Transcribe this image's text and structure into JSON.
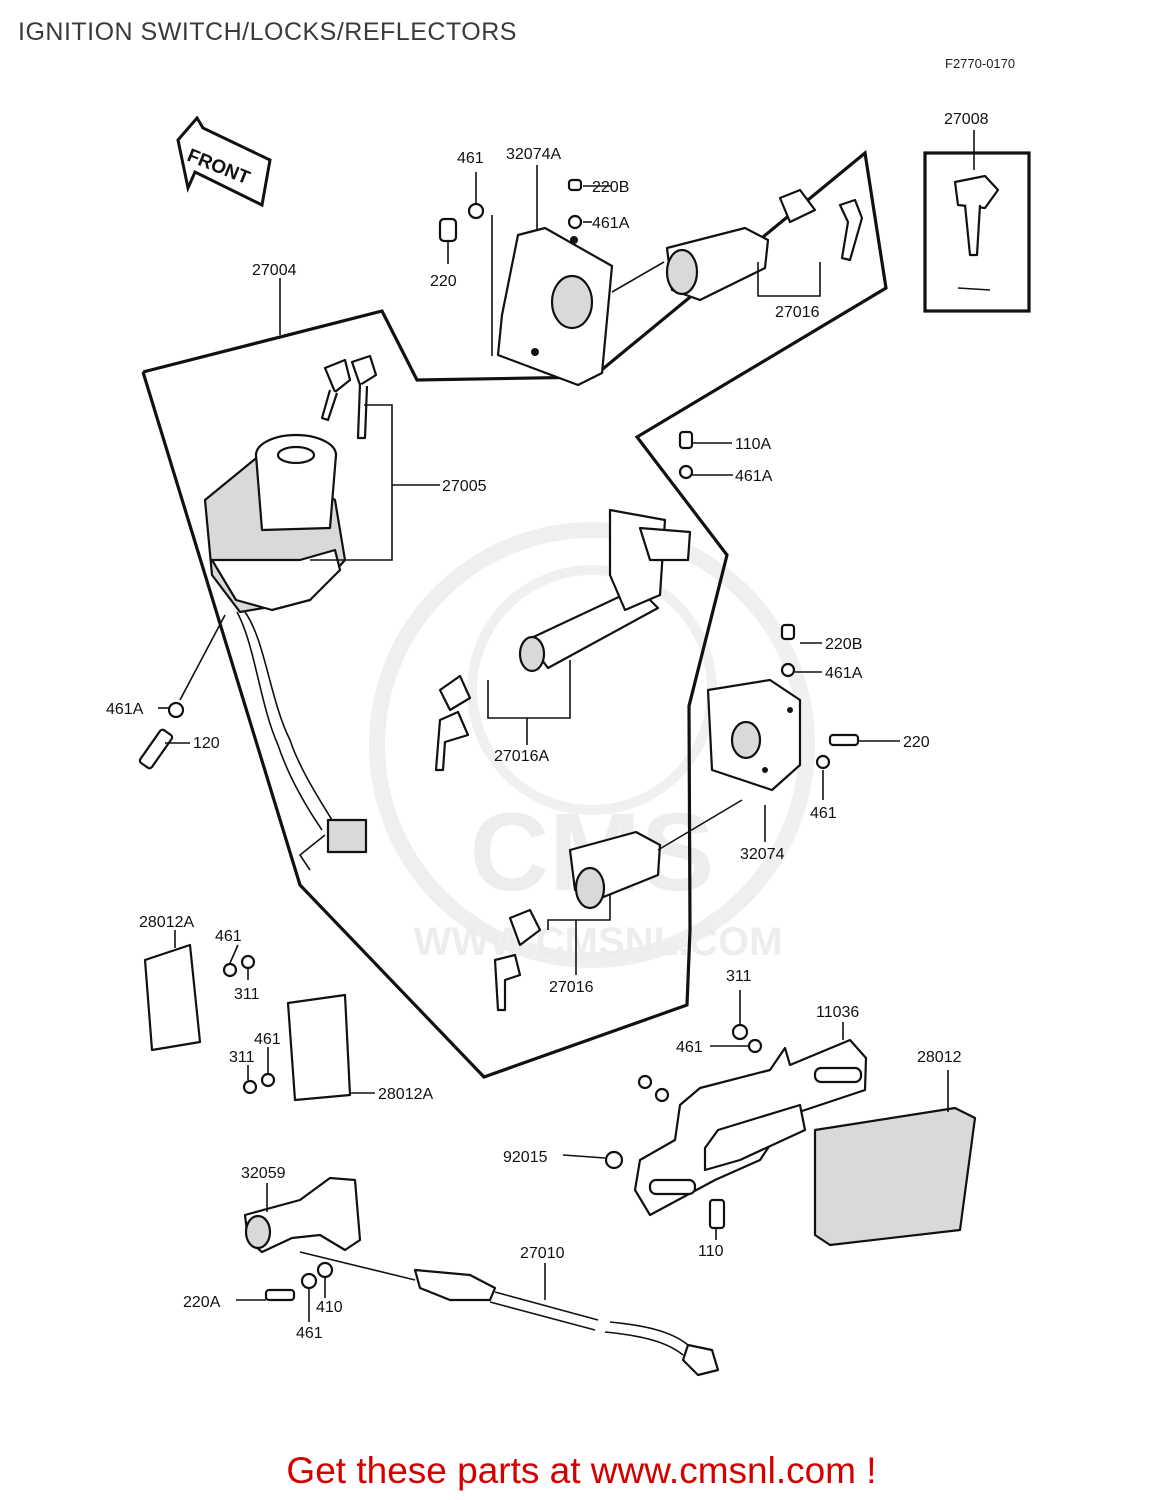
{
  "header": {
    "title": "IGNITION SWITCH/LOCKS/REFLECTORS",
    "diagram_code": "F2770-0170"
  },
  "watermark": {
    "brand": "CMS",
    "url": "WWW.CMSNL.COM"
  },
  "front_marker": "FRONT",
  "part_labels": {
    "p461_top": "461",
    "p32074A": "32074A",
    "p220B_top": "220B",
    "p461A_top": "461A",
    "p220_top": "220",
    "p27016_top": "27016",
    "p27008": "27008",
    "p27004": "27004",
    "p27005": "27005",
    "p110A": "110A",
    "p461A_mid": "461A",
    "p220B_mid": "220B",
    "p461A_right": "461A",
    "p220_right": "220",
    "p461_right": "461",
    "p32074": "32074",
    "p461A_left": "461A",
    "p120": "120",
    "p27016A": "27016A",
    "p27016_mid": "27016",
    "p28012A_left": "28012A",
    "p461_left": "461",
    "p311_left": "311",
    "p461_left2": "461",
    "p311_left2": "311",
    "p28012A_right": "28012A",
    "p311_bracket": "311",
    "p11036": "11036",
    "p461_bracket": "461",
    "p28012": "28012",
    "p92015": "92015",
    "p110": "110",
    "p32059": "32059",
    "p27010": "27010",
    "p220A": "220A",
    "p410": "410",
    "p461_bottom": "461"
  },
  "footer": {
    "cta": "Get these parts at www.cmsnl.com !"
  }
}
